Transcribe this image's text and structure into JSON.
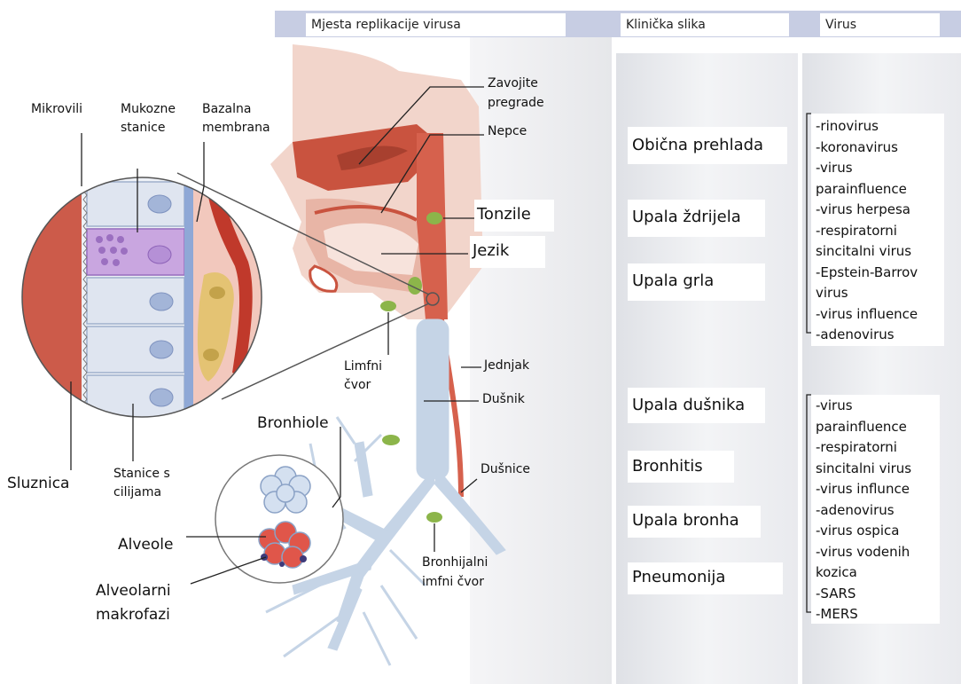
{
  "headers": {
    "replication_sites": "Mjesta replikacije virusa",
    "clinical_picture": "Klinička slika",
    "virus": "Virus"
  },
  "anatomy_labels": {
    "mikrovili": "Mikrovili",
    "mukozne_stanice_1": "Mukozne",
    "mukozne_stanice_2": "stanice",
    "bazalna_membrana_1": "Bazalna",
    "bazalna_membrana_2": "membrana",
    "zavojite_pregrade_1": "Zavojite",
    "zavojite_pregrade_2": "pregrade",
    "nepce": "Nepce",
    "tonzile": "Tonzile",
    "jezik": "Jezik",
    "limfni_cvor_1": "Limfni",
    "limfni_cvor_2": "čvor",
    "jednjak": "Jednjak",
    "dusnik": "Dušnik",
    "bronhiole": "Bronhiole",
    "stanice_s_cilijama_1": "Stanice s",
    "stanice_s_cilijama_2": "cilijama",
    "sluznica": "Sluznica",
    "dusnice": "Dušnice",
    "alveole": "Alveole",
    "alveolarni_makrofazi_1": "Alveolarni",
    "alveolarni_makrofazi_2": "makrofazi",
    "bronhijalni_cvor_1": "Bronhijalni",
    "bronhijalni_cvor_2": "imfni čvor"
  },
  "clinical": {
    "upper": [
      "Obična prehlada",
      "Upala ždrijela",
      "Upala grla"
    ],
    "lower": [
      "Upala dušnika",
      "Bronhitis",
      "Upala bronha",
      "Pneumonija"
    ]
  },
  "viruses": {
    "upper": [
      "-rinovirus",
      "-koronavirus",
      "-virus",
      "parainfluence",
      "-virus herpesa",
      "-respiratorni",
      "sincitalni virus",
      "-Epstein-Barrov",
      "virus",
      "-virus influence",
      "-adenovirus"
    ],
    "lower": [
      "-virus",
      "parainfluence",
      "-respiratorni",
      "sincitalni virus",
      "-virus influnce",
      "-adenovirus",
      "-virus ospica",
      "-virus vodenih",
      "kozica",
      "-SARS",
      "-MERS"
    ]
  },
  "colors": {
    "header_band": "#c7cde3",
    "column_band": "#ebecef",
    "tissue_red": "#d6614d",
    "tissue_light": "#f1d2c8",
    "airway_blue": "#c5d4e6",
    "lymph_green": "#8cb54a",
    "membrane_blue": "#8fa8d6",
    "mucous_purple": "#9b6fc0"
  }
}
